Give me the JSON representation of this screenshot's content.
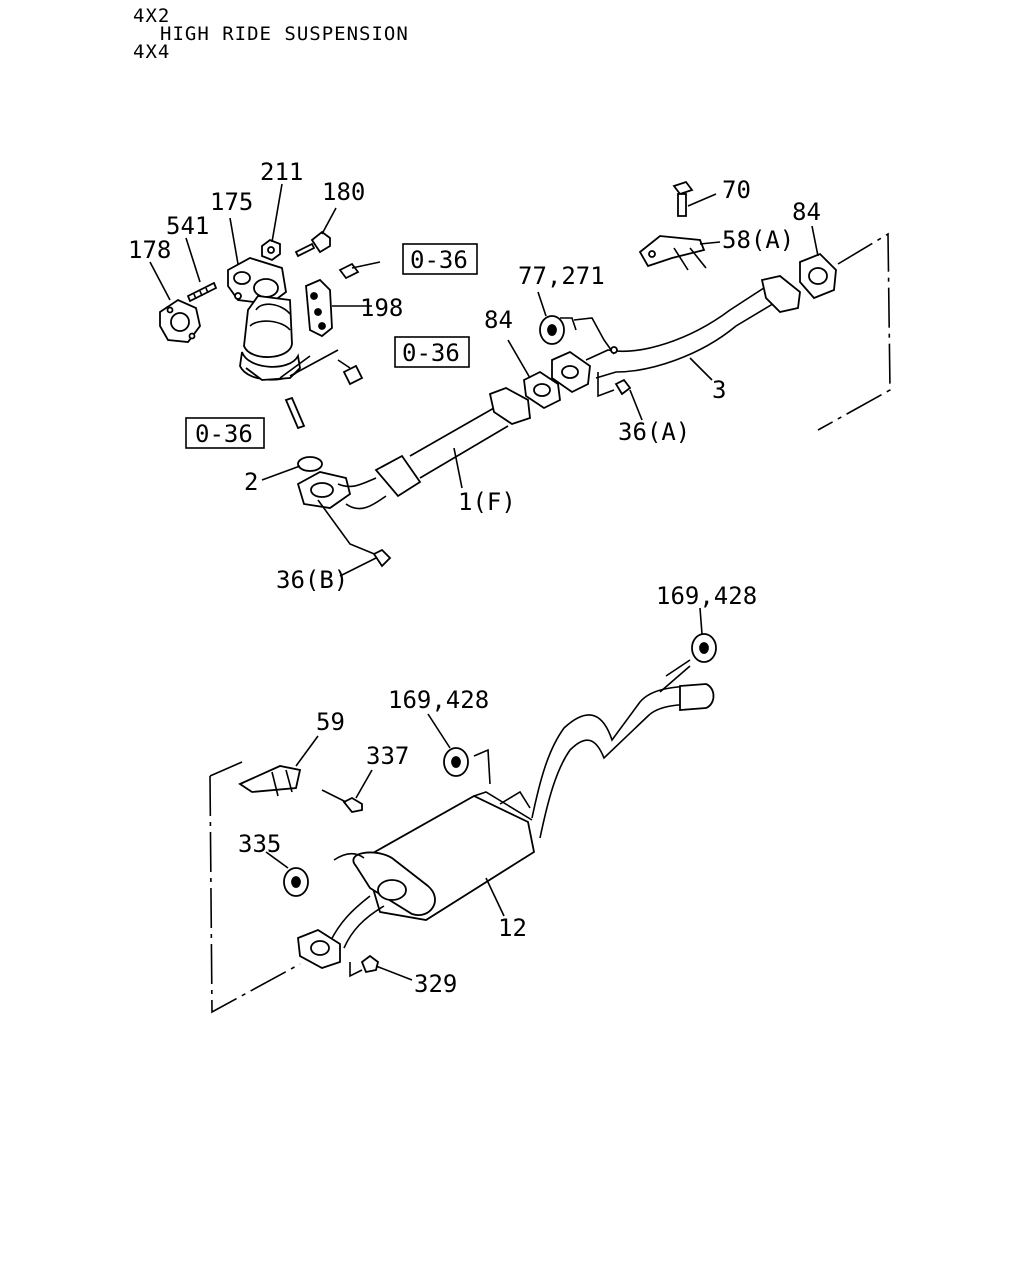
{
  "header": {
    "line1": "4X2",
    "line2": "HIGH RIDE SUSPENSION",
    "line3": "4X4"
  },
  "callouts": {
    "p211": "211",
    "p180": "180",
    "p175": "175",
    "p541": "541",
    "p178": "178",
    "p198": "198",
    "p2": "2",
    "p1f": "1(F)",
    "p36b": "36(B)",
    "p84a": "84",
    "p77": "77,271",
    "p70": "70",
    "p58a": "58(A)",
    "p84b": "84",
    "p3": "3",
    "p36a": "36(A)",
    "p169a": "169,428",
    "p169b": "169,428",
    "p59": "59",
    "p337": "337",
    "p335": "335",
    "p12": "12",
    "p329": "329"
  },
  "refs": {
    "ref1": "0-36",
    "ref2": "0-36",
    "ref3": "0-36"
  }
}
